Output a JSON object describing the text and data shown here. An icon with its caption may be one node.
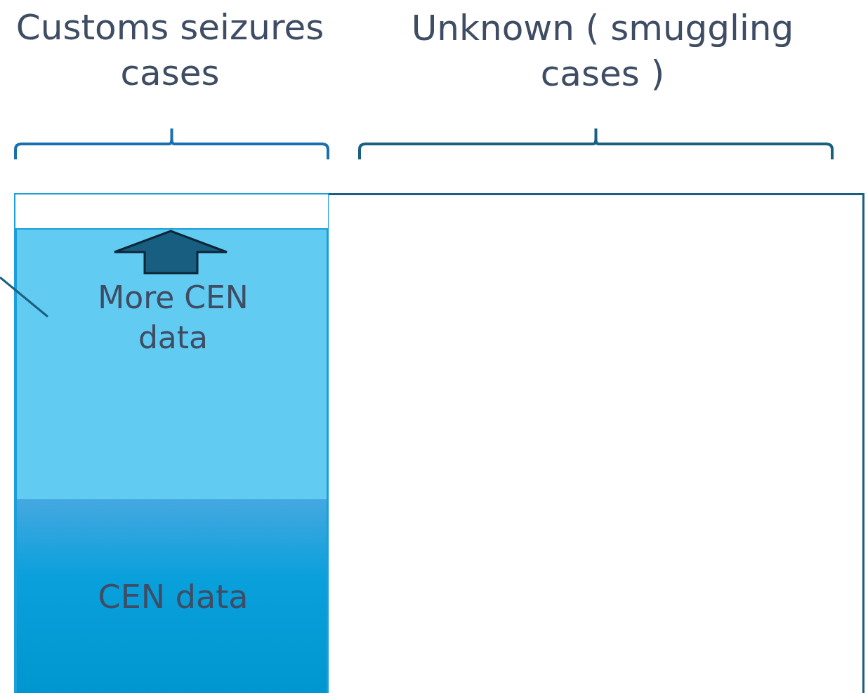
{
  "diagram": {
    "nodes": [
      {
        "text": [
          "Customs seizures cases"
        ]
      },
      {
        "text": [
          "More CEN data"
        ],
        "in": 0
      },
      {
        "text": [
          "CEN data"
        ],
        "in": 0
      },
      {
        "text": [
          "Unknown ( smuggling cases )"
        ]
      }
    ],
    "edges": [
      {
        "from": null,
        "to": 1,
        "arrow": "none"
      }
    ]
  }
}
